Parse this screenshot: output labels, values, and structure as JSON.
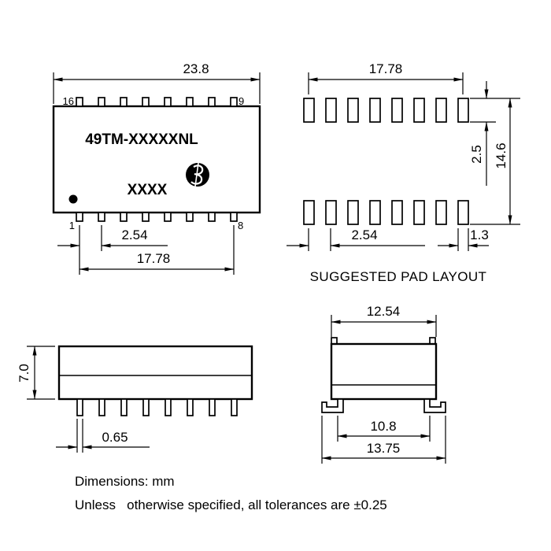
{
  "top_view": {
    "dim_body_width": "23.8",
    "pin_16": "16",
    "pin_9": "9",
    "pin_1": "1",
    "pin_8": "8",
    "part_number": "49TM-XXXXXNL",
    "date_code": "XXXX",
    "dim_pitch": "2.54",
    "dim_span": "17.78"
  },
  "pad_layout": {
    "title": "SUGGESTED PAD LAYOUT",
    "dim_span": "17.78",
    "dim_pad_height": "2.5",
    "dim_overall_height": "14.6",
    "dim_pitch": "2.54",
    "dim_pad_width": "1.3"
  },
  "side_view": {
    "dim_height": "7.0",
    "dim_lead_width": "0.65"
  },
  "end_view": {
    "dim_body_width": "12.54",
    "dim_lead_inner_span": "10.8",
    "dim_lead_outer_span": "13.75"
  },
  "notes": {
    "units": "Dimensions: mm",
    "tolerance": "Unless   otherwise specified, all tolerances are ±0.25"
  }
}
